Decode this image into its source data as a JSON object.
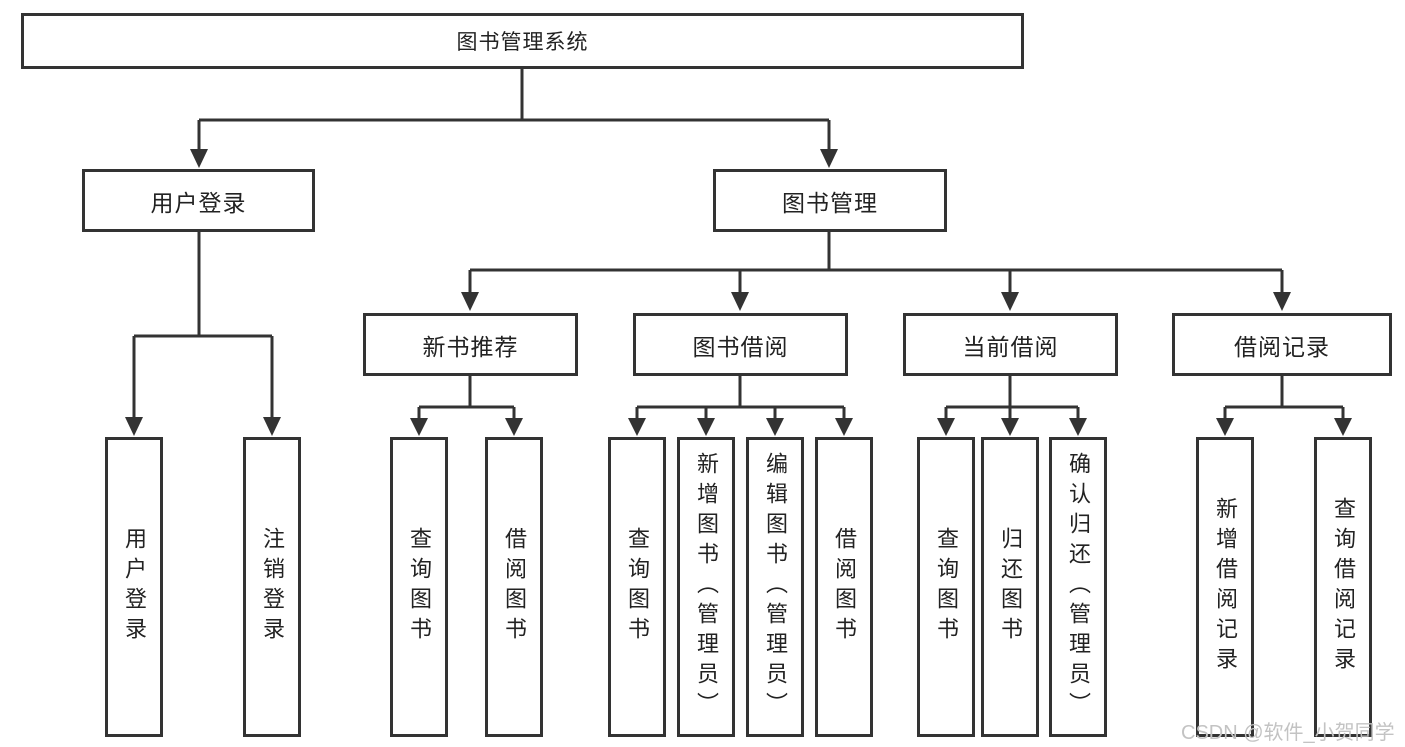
{
  "nodes": {
    "root": "图书管理系统",
    "level2": [
      {
        "label": "用户登录"
      },
      {
        "label": "图书管理"
      }
    ],
    "level3": [
      {
        "label": "新书推荐"
      },
      {
        "label": "图书借阅"
      },
      {
        "label": "当前借阅"
      },
      {
        "label": "借阅记录"
      }
    ],
    "leaves": {
      "user_login": [
        "用户登录",
        "注销登录"
      ],
      "new_book_recommend": [
        "查询图书",
        "借阅图书"
      ],
      "book_borrow": [
        "查询图书",
        "新增图书（管理员）",
        "编辑图书（管理员）",
        "借阅图书"
      ],
      "current_borrow": [
        "查询图书",
        "归还图书",
        "确认归还（管理员）"
      ],
      "borrow_records": [
        "新增借阅记录",
        "查询借阅记录"
      ]
    }
  },
  "watermark": "CSDN @软件_小贺同学",
  "colors": {
    "line": "#333333",
    "box_fill": "#ffffff",
    "watermark_text": "#c3c3c3"
  }
}
